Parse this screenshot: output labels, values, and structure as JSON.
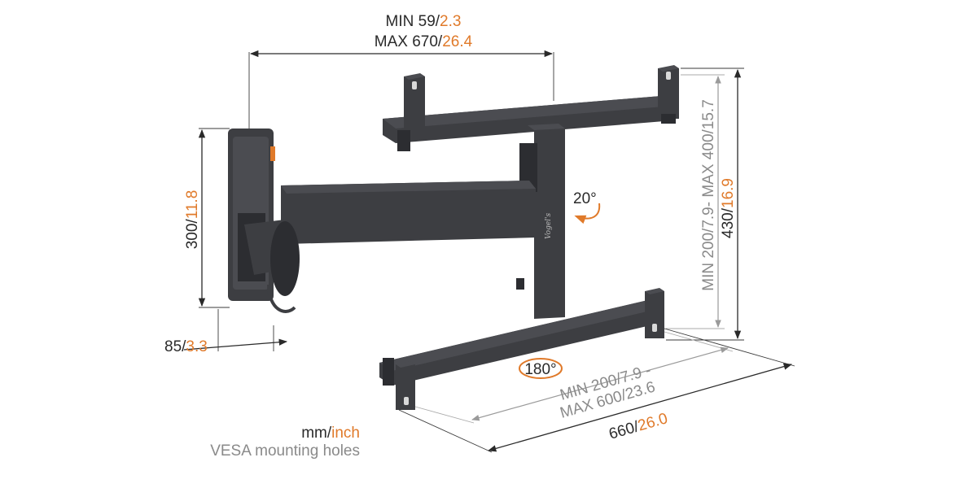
{
  "dimensions": {
    "width_range": {
      "min_prefix": "MIN 59/",
      "min_inch": "2.3",
      "max_prefix": "MAX 670/",
      "max_inch": "26.4"
    },
    "plate_height": {
      "mm": "300/",
      "inch": "11.8"
    },
    "plate_depth": {
      "mm": "85/",
      "inch": "3.3"
    },
    "vesa_vertical": {
      "text": "MIN 200/7.9- MAX 400/15.7"
    },
    "bracket_height": {
      "mm": "430/",
      "inch": "16.9"
    },
    "vesa_horizontal": {
      "line1": "MIN 200/7.9 -",
      "line2": "MAX 600/23.6"
    },
    "bracket_width": {
      "mm": "660/",
      "inch": "26.0"
    }
  },
  "rotation": {
    "tilt": "20°",
    "swivel": "180°"
  },
  "legend": {
    "unit_mm": "mm/",
    "unit_inch": "inch",
    "note": "VESA mounting holes"
  },
  "colors": {
    "accent": "#e07a2a",
    "metal": "#3d3e42",
    "secondary_text": "#8a8a8a"
  },
  "logo_text": "Vogel's"
}
